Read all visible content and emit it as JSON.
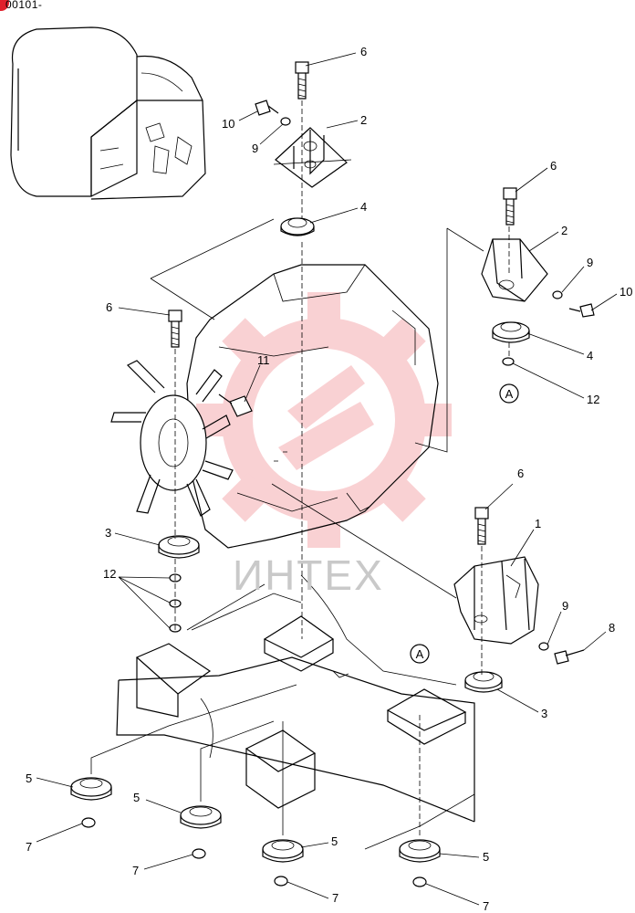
{
  "serial_number": "00101-",
  "watermark": "ИНТЕХ",
  "colors": {
    "line": "#000000",
    "watermark": "#e8313b",
    "serial_dot": "#e0202c"
  },
  "callouts": [
    {
      "id": "c-6a",
      "label": "6"
    },
    {
      "id": "c-2a",
      "label": "2"
    },
    {
      "id": "c-10a",
      "label": "10"
    },
    {
      "id": "c-9a",
      "label": "9"
    },
    {
      "id": "c-4a",
      "label": "4"
    },
    {
      "id": "c-6b",
      "label": "6"
    },
    {
      "id": "c-2b",
      "label": "2"
    },
    {
      "id": "c-9b",
      "label": "9"
    },
    {
      "id": "c-10b",
      "label": "10"
    },
    {
      "id": "c-4b",
      "label": "4"
    },
    {
      "id": "c-12a",
      "label": "12"
    },
    {
      "id": "c-6c",
      "label": "6"
    },
    {
      "id": "c-11",
      "label": "11"
    },
    {
      "id": "c-3a",
      "label": "3"
    },
    {
      "id": "c-12b",
      "label": "12"
    },
    {
      "id": "c-6d",
      "label": "6"
    },
    {
      "id": "c-1",
      "label": "1"
    },
    {
      "id": "c-9c",
      "label": "9"
    },
    {
      "id": "c-8",
      "label": "8"
    },
    {
      "id": "c-3b",
      "label": "3"
    },
    {
      "id": "c-5a",
      "label": "5"
    },
    {
      "id": "c-5b",
      "label": "5"
    },
    {
      "id": "c-5c",
      "label": "5"
    },
    {
      "id": "c-5d",
      "label": "5"
    },
    {
      "id": "c-7a",
      "label": "7"
    },
    {
      "id": "c-7b",
      "label": "7"
    },
    {
      "id": "c-7c",
      "label": "7"
    },
    {
      "id": "c-7d",
      "label": "7"
    }
  ],
  "ref_marks": [
    {
      "id": "ref-a-upper",
      "label": "A"
    },
    {
      "id": "ref-a-lower",
      "label": "A"
    }
  ]
}
